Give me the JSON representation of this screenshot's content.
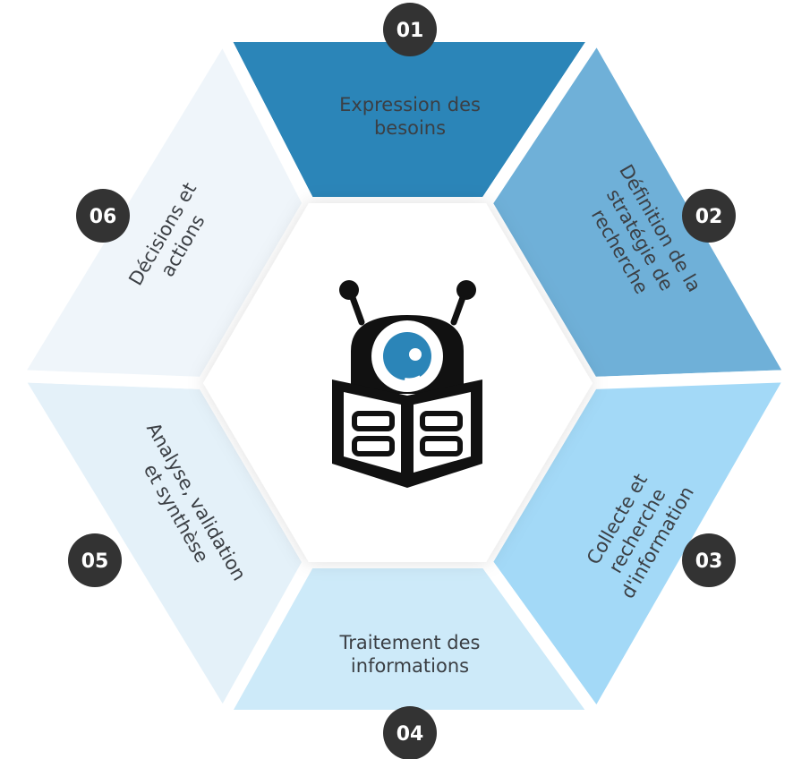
{
  "steps": [
    {
      "number": "01",
      "lines": [
        "Expression des",
        "besoins"
      ],
      "color": "#2b85b8"
    },
    {
      "number": "02",
      "lines": [
        "Définition de la",
        "stratégie de",
        "recherche"
      ],
      "color": "#6fb0d8"
    },
    {
      "number": "03",
      "lines": [
        "Collecte et",
        "recherche",
        "d'information"
      ],
      "color": "#a3d9f7"
    },
    {
      "number": "04",
      "lines": [
        "Traitement des",
        "informations"
      ],
      "color": "#cdeaf9"
    },
    {
      "number": "05",
      "lines": [
        "Analyse, validation",
        "et synthèse"
      ],
      "color": "#e4f1f9"
    },
    {
      "number": "06",
      "lines": [
        "Décisions et",
        "actions"
      ],
      "color": "#eff5fa"
    }
  ],
  "center": {
    "icon": "robot-reading-newspaper-icon",
    "eye_color": "#2b85b8",
    "ink_color": "#111111",
    "background": "#ffffff"
  },
  "badge_color": "#333333"
}
